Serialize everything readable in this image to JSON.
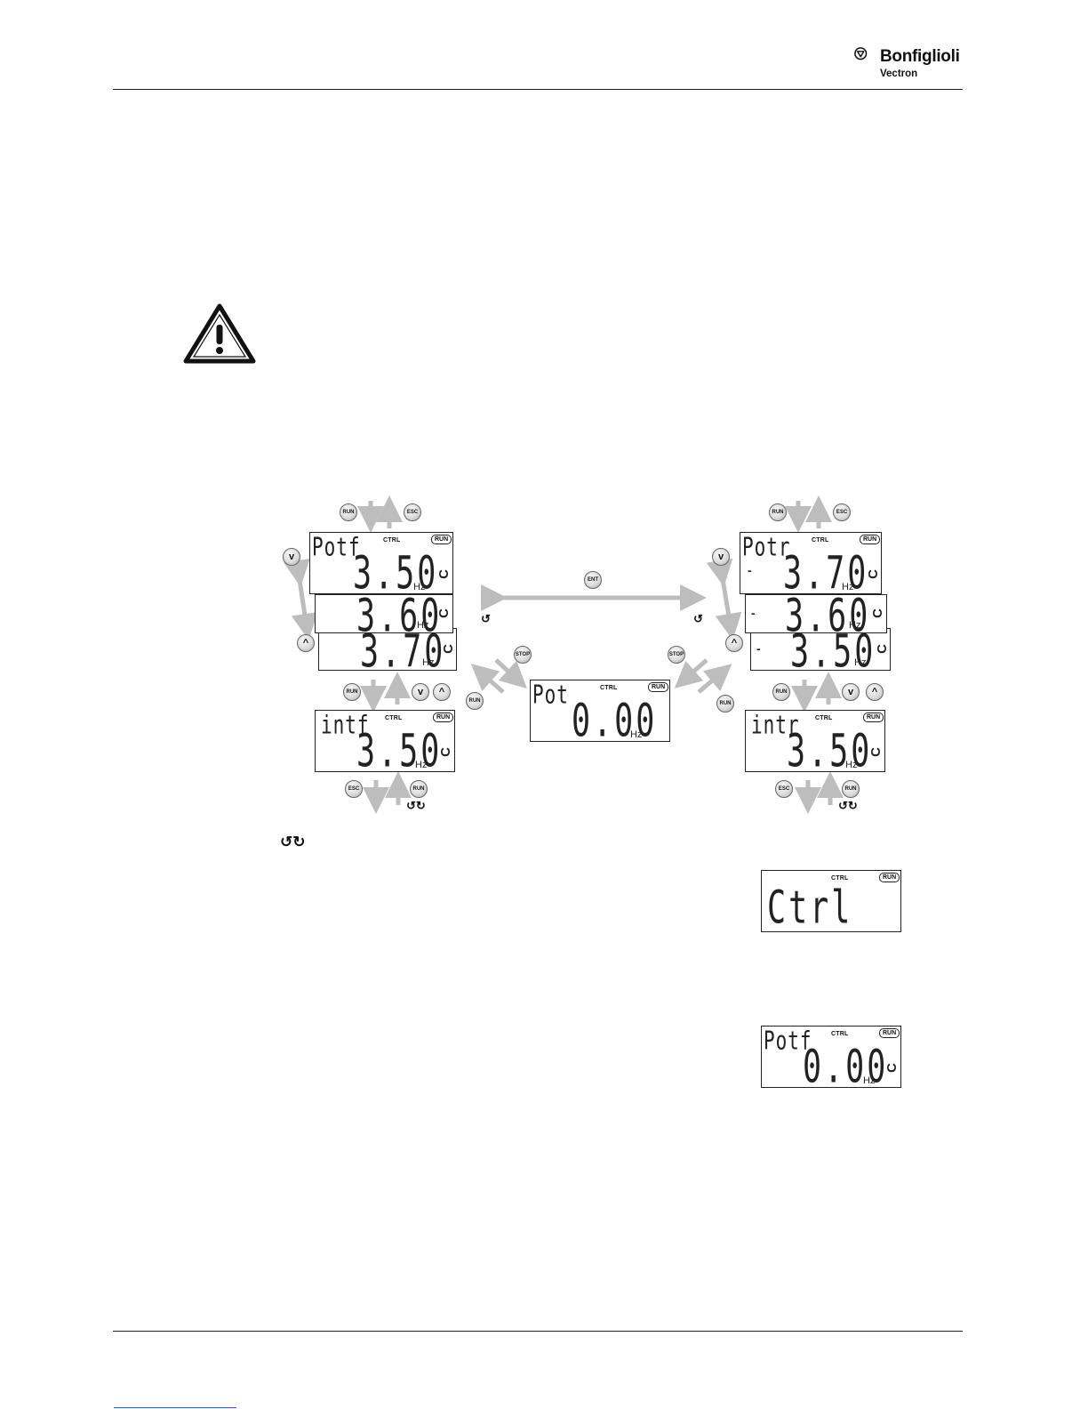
{
  "header": {
    "brand": "Bonfiglioli",
    "brand_sub": "Vectron"
  },
  "diagram": {
    "keys": {
      "run": "RUN",
      "esc": "ESC",
      "ent": "ENT",
      "stop": "STOP",
      "down": "v",
      "up": "^"
    },
    "lcd_common": {
      "ctrl": "CTRL",
      "run": "RUN",
      "unit": "Hz",
      "rot_symbol": "C",
      "minus": "-"
    },
    "left_stack": {
      "code": "Potf",
      "values": [
        "3.50",
        "3.60",
        "3.70"
      ]
    },
    "right_stack": {
      "code": "Potr",
      "values": [
        "3.70",
        "3.60",
        "3.50"
      ]
    },
    "center": {
      "code": "Pot",
      "value": "0.00"
    },
    "left_int": {
      "code": "intf",
      "value": "3.50"
    },
    "right_int": {
      "code": "intr",
      "value": "3.50"
    },
    "loop_symbol": "↺",
    "loop_symbol_pair": "↺↻"
  },
  "examples": {
    "ctrl_display": {
      "code": "Ctrl"
    },
    "potf_display": {
      "code": "Potf",
      "value": "0.00"
    }
  },
  "colors": {
    "arrow": "#bdbdbd",
    "line": "#222222"
  }
}
